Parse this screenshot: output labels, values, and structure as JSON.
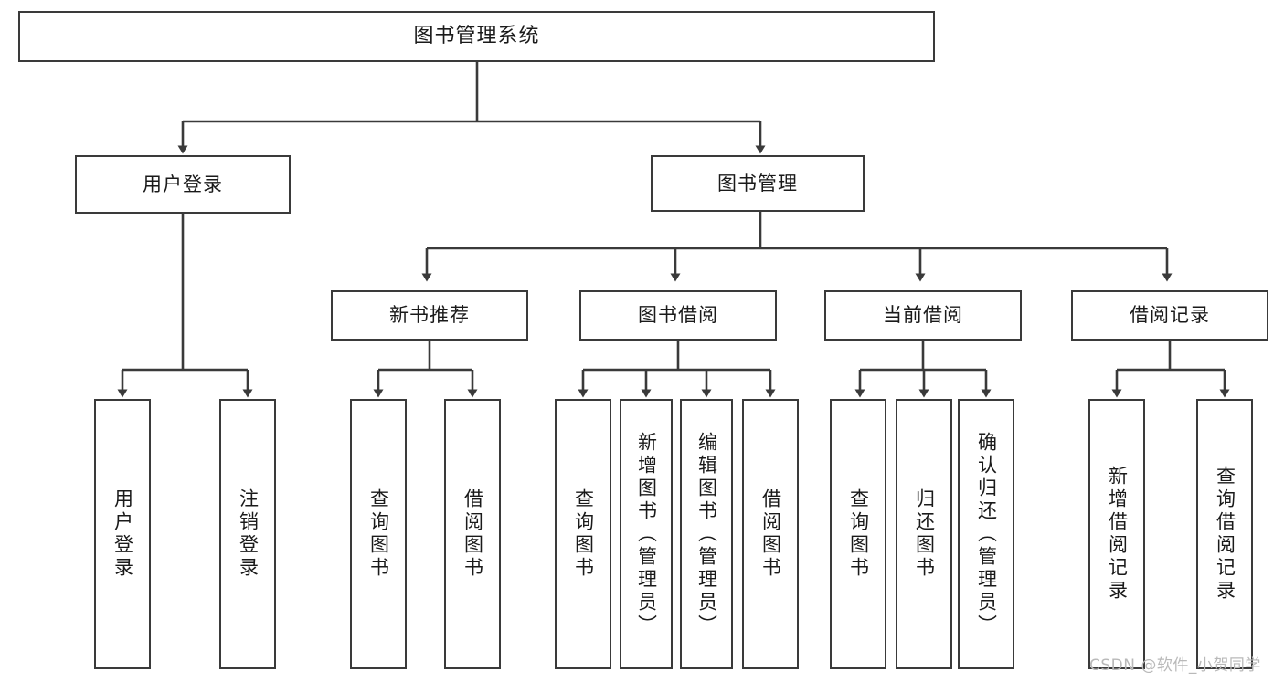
{
  "diagram": {
    "kind": "tree-diagram",
    "title": "图书管理系统",
    "stroke_color": "#3a3a3a",
    "fill_color": "#ffffff",
    "text_color": "#1a1a1a",
    "background": "#ffffff"
  },
  "nodes": {
    "root": {
      "label": "图书管理系统"
    },
    "level1": [
      {
        "id": "user-login",
        "label": "用户登录"
      },
      {
        "id": "book-manage",
        "label": "图书管理"
      }
    ],
    "level2": [
      {
        "id": "new-book-recommend",
        "label": "新书推荐"
      },
      {
        "id": "book-borrow",
        "label": "图书借阅"
      },
      {
        "id": "current-borrow",
        "label": "当前借阅"
      },
      {
        "id": "borrow-record",
        "label": "借阅记录"
      }
    ],
    "leaves": {
      "user_login": [
        {
          "id": "leaf-user-login",
          "label": "用户登录"
        },
        {
          "id": "leaf-logout-login",
          "label": "注销登录"
        }
      ],
      "new_book_recommend": [
        {
          "id": "leaf-query-book-1",
          "label": "查询图书"
        },
        {
          "id": "leaf-borrow-book-1",
          "label": "借阅图书"
        }
      ],
      "book_borrow": [
        {
          "id": "leaf-query-book-2",
          "label": "查询图书"
        },
        {
          "id": "leaf-add-book",
          "label": "新增图书（管理员）"
        },
        {
          "id": "leaf-edit-book",
          "label": "编辑图书（管理员）"
        },
        {
          "id": "leaf-borrow-book-2",
          "label": "借阅图书"
        }
      ],
      "current_borrow": [
        {
          "id": "leaf-query-book-3",
          "label": "查询图书"
        },
        {
          "id": "leaf-return-book",
          "label": "归还图书"
        },
        {
          "id": "leaf-confirm-return",
          "label": "确认归还（管理员）"
        }
      ],
      "borrow_record": [
        {
          "id": "leaf-add-record",
          "label": "新增借阅记录"
        },
        {
          "id": "leaf-query-record",
          "label": "查询借阅记录"
        }
      ]
    }
  },
  "watermark": {
    "text": "CSDN @软件_小贺同学"
  }
}
